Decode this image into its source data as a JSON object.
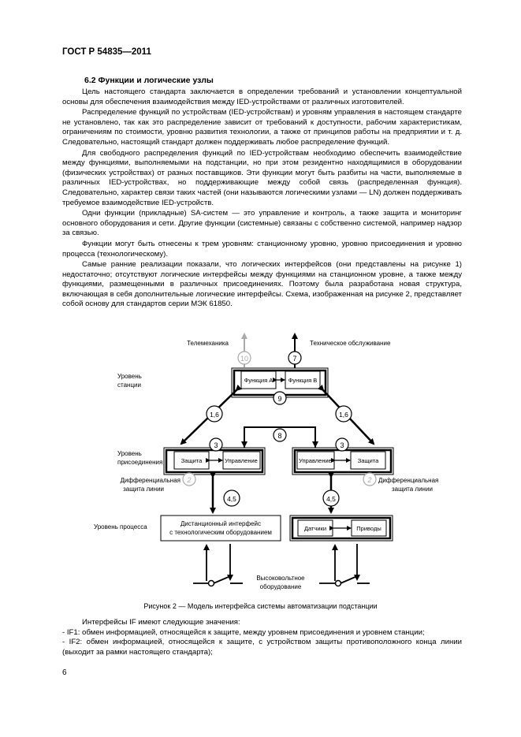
{
  "header": "ГОСТ Р 54835—2011",
  "section_title": "6.2 Функции и логические узлы",
  "paragraphs": [
    "Цель настоящего стандарта заключается в определении требований и установлении концептуальной основы для обеспечения взаимодействия между IED-устройствами от различных изготовителей.",
    "Распределение функций по устройствам (IED-устройствам) и уровням управления в настоящем стандарте не установлено, так как это распределение зависит от требований к доступности, рабочим характеристикам, ограничениям по стоимости, уровню развития технологии, а также от принципов работы на предприятии и т. д. Следовательно, настоящий стандарт должен поддерживать любое распределение функций.",
    "Для свободного распределения функций по IED-устройствам необходимо обеспечить взаимодействие между функциями, выполняемыми на подстанции, но при этом резидентно находящимися в оборудовании (физических устройствах) от разных поставщиков. Эти функции могут быть разбиты на части, выполняемые в различных IED-устройствах, но поддерживающие между собой связь (распределенная функция). Следовательно, характер связи таких частей (они называются логическими узлами — LN) должен поддерживать требуемое взаимодействие IED-устройств.",
    "Одни функции (прикладные) SA-систем — это управление и контроль, а также защита и мониторинг основного оборудования и сети. Другие функции (системные) связаны с собственно системой, например надзор за связью.",
    "Функции могут быть отнесены к трем уровням: станционному уровню, уровню присоединения и уровню процесса (технологическому).",
    "Самые ранние реализации показали, что логических интерфейсов (они представлены на рисунке 1) недостаточно; отсутствуют логические интерфейсы между функциями на станционном уровне, а также между функциями, размещенными в различных присоединениях. Поэтому была разработана новая структура, включающая в себя дополнительные логические интерфейсы. Схема, изображенная на рисунке 2, представляет собой основу для стандартов серии МЭК 61850."
  ],
  "figure": {
    "top_left_label": "Телемеханика",
    "top_right_label": "Техническое обслуживание",
    "level_station": "Уровень станции",
    "level_bay": "Уровень присоединения",
    "level_process": "Уровень процесса",
    "func_a": "Функция А",
    "func_b": "Функция В",
    "protection": "Защита",
    "control": "Управление",
    "diff_left": "Дифференциальная защита линии",
    "diff_right": "Дифференциальная защита линии",
    "remote_iface": "Дистанционный интерфейс с технологическим оборудованием",
    "sensors": "Датчики",
    "drives": "Приводы",
    "hv_equipment": "Высоковольтное оборудование",
    "n10": "10",
    "n7": "7",
    "n9": "9",
    "n8": "8",
    "n3": "3",
    "n2": "2",
    "n16": "1,6",
    "n45": "4,5"
  },
  "caption": "Рисунок 2 — Модель интерфейса системы автоматизации подстанции",
  "list_intro": "Интерфейсы IF имеют следующие значения:",
  "list_items": [
    "- IF1: обмен информацией, относящейся к защите, между уровнем присоединения и уровнем станции;",
    "- IF2: обмен информацией, относящейся к защите, с устройством защиты противоположного конца линии (выходит за рамки настоящего стандарта);"
  ],
  "page_number": "6"
}
